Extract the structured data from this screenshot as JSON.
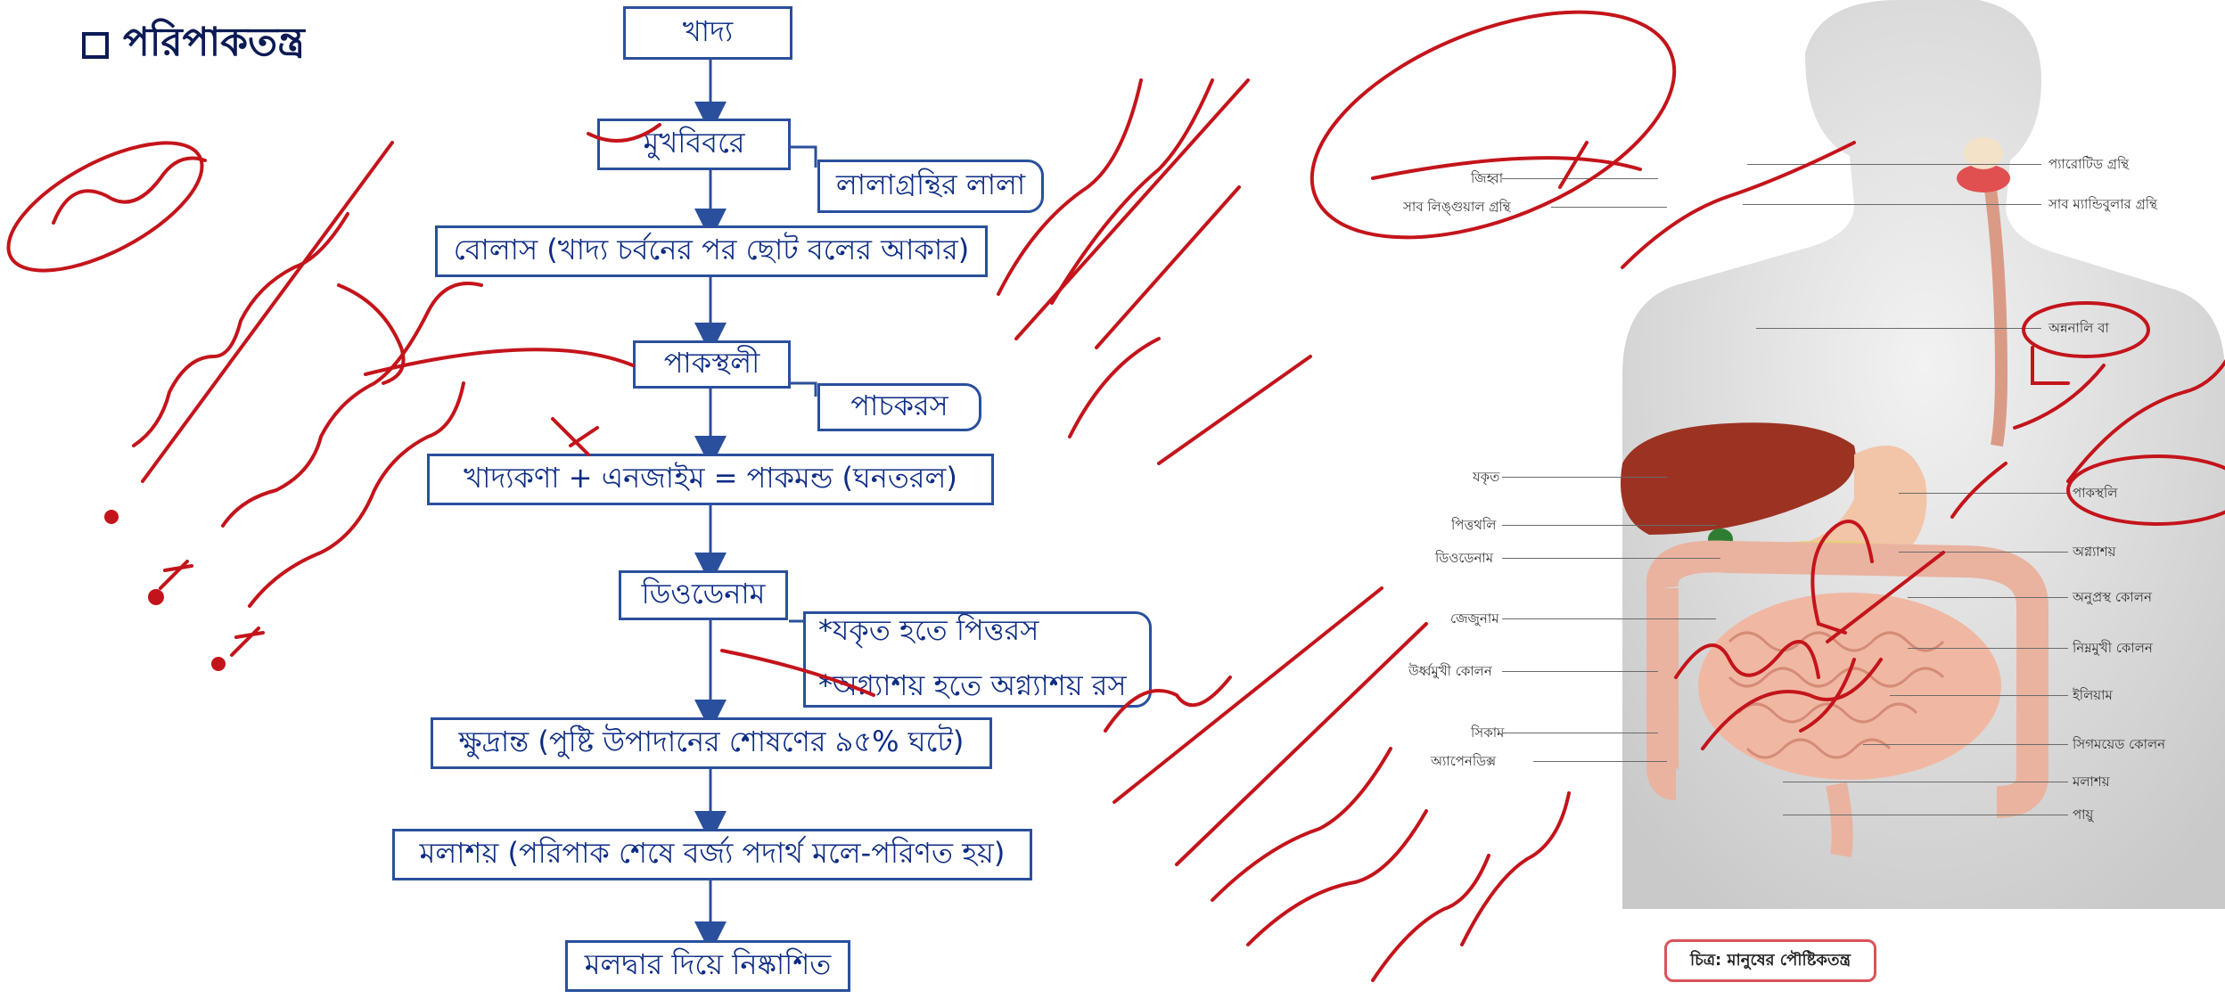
{
  "heading": {
    "title": "পরিপাকতন্ত্র"
  },
  "flow": {
    "food": "খাদ্য",
    "mouth": "মুখবিবরে",
    "saliva": "লালাগ্রন্থির লালা",
    "bolus": "বোলাস (খাদ্য চর্বনের পর ছোট বলের আকার)",
    "stomach": "পাকস্থলী",
    "gastric_juice": "পাচকরস",
    "chyme": "খাদ্যকণা + এনজাইম = পাকমন্ড (ঘনতরল)",
    "duodenum": "ডিওডেনাম",
    "bile": "*যকৃত হতে পিত্তরস",
    "pancreatic": "*অগ্ন্যাশয় হতে অগ্ন্যাশয় রস",
    "small_intestine": "ক্ষুদ্রান্ত (পুষ্টি উপাদানের শোষণের ৯৫% ঘটে)",
    "rectum": "মলাশয় (পরিপাক শেষে বর্জ্য পদার্থ মলে-পরিণত হয়)",
    "anus_out": "মলদ্বার দিয়ে নিষ্কাশিত"
  },
  "figure": {
    "left_labels": [
      "জিহ্বা",
      "সাব লিঙ্গুয়াল গ্রন্থি",
      "যকৃত",
      "পিত্তথলি",
      "ডিওডেনাম",
      "জেজুনাম",
      "উর্ধ্বমুখী কোলন",
      "সিকাম",
      "অ্যাপেনডিক্স"
    ],
    "right_labels": [
      "প্যারোটিড গ্রন্থি",
      "সাব ম্যান্ডিবুলার গ্রন্থি",
      "অন্ননালি বা",
      "পাকস্থলি",
      "অগ্ন্যাশয়",
      "অনুপ্রস্থ কোলন",
      "নিম্নমুখী কোলন",
      "ইলিয়াম",
      "সিগময়েড কোলন",
      "মলাশয়",
      "পায়ু"
    ],
    "caption": "চিত্র: মানুষের পৌষ্টিকতন্ত্র"
  },
  "colors": {
    "box_border": "#2a4f9c",
    "box_text": "#0d2c84",
    "ink": "#c4141b",
    "heading": "#0c1a55"
  }
}
